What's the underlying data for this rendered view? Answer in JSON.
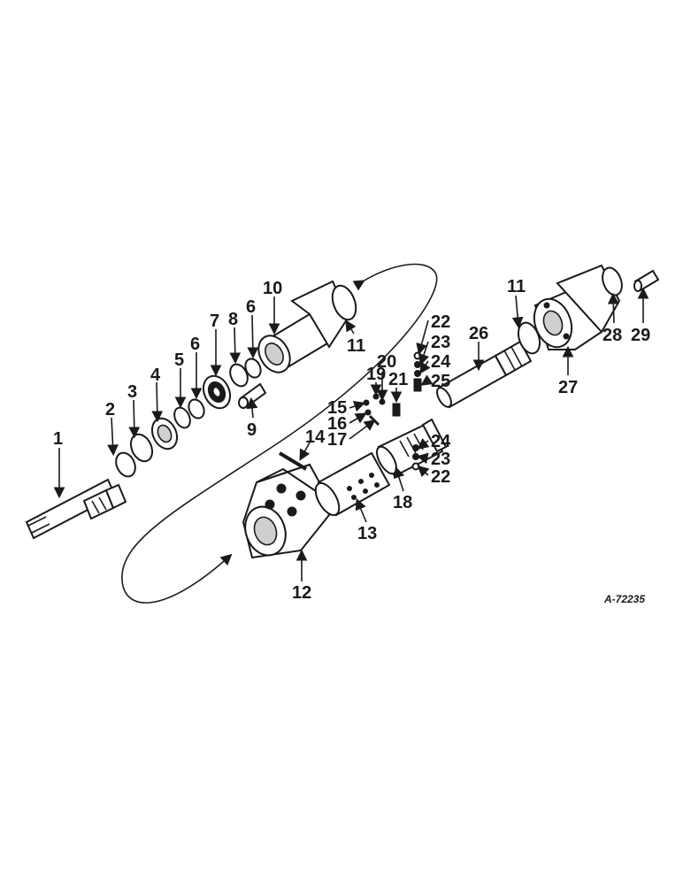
{
  "drawing_code": "A-72235",
  "callouts": [
    {
      "id": "c1",
      "text": "1"
    },
    {
      "id": "c2",
      "text": "2"
    },
    {
      "id": "c3",
      "text": "3"
    },
    {
      "id": "c4",
      "text": "4"
    },
    {
      "id": "c5",
      "text": "5"
    },
    {
      "id": "c6a",
      "text": "6"
    },
    {
      "id": "c7",
      "text": "7"
    },
    {
      "id": "c8",
      "text": "8"
    },
    {
      "id": "c6b",
      "text": "6"
    },
    {
      "id": "c9",
      "text": "9"
    },
    {
      "id": "c10",
      "text": "10"
    },
    {
      "id": "c11a",
      "text": "11"
    },
    {
      "id": "c11b",
      "text": "11"
    },
    {
      "id": "c12",
      "text": "12"
    },
    {
      "id": "c13",
      "text": "13"
    },
    {
      "id": "c14",
      "text": "14"
    },
    {
      "id": "c15",
      "text": "15"
    },
    {
      "id": "c16",
      "text": "16"
    },
    {
      "id": "c17",
      "text": "17"
    },
    {
      "id": "c18",
      "text": "18"
    },
    {
      "id": "c19",
      "text": "19"
    },
    {
      "id": "c20",
      "text": "20"
    },
    {
      "id": "c21",
      "text": "21"
    },
    {
      "id": "c22a",
      "text": "22"
    },
    {
      "id": "c23a",
      "text": "23"
    },
    {
      "id": "c24a",
      "text": "24"
    },
    {
      "id": "c25",
      "text": "25"
    },
    {
      "id": "c24b",
      "text": "24"
    },
    {
      "id": "c23b",
      "text": "23"
    },
    {
      "id": "c22b",
      "text": "22"
    },
    {
      "id": "c26",
      "text": "26"
    },
    {
      "id": "c27",
      "text": "27"
    },
    {
      "id": "c28",
      "text": "28"
    },
    {
      "id": "c29",
      "text": "29"
    }
  ]
}
